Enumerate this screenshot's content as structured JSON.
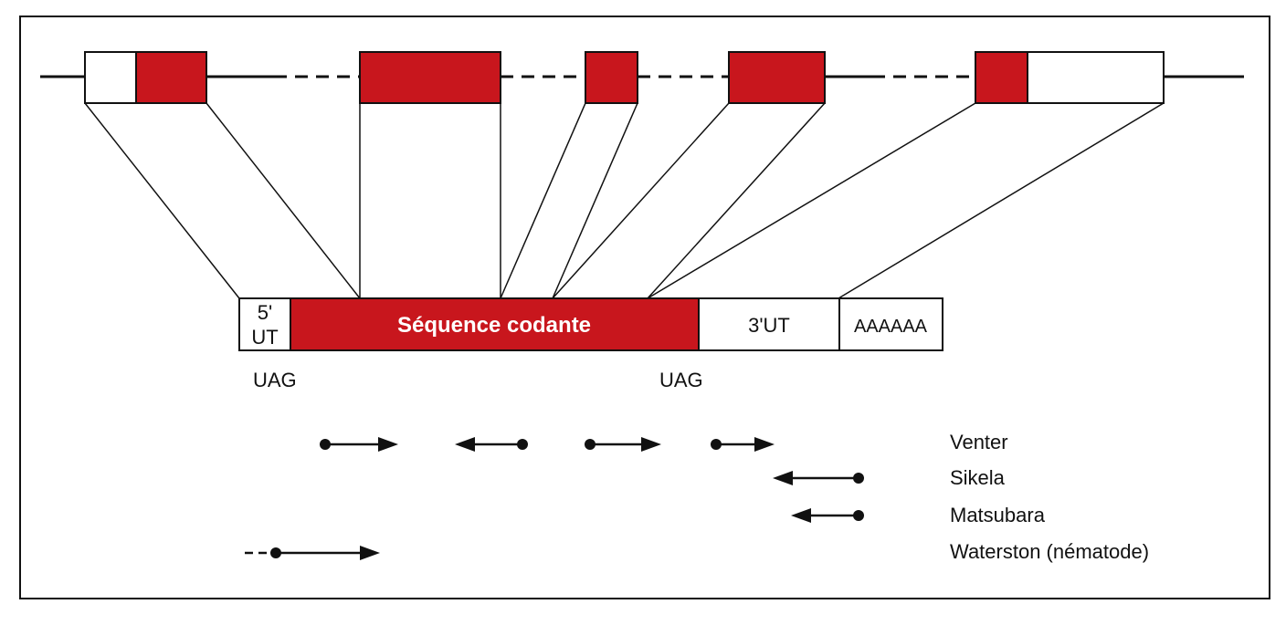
{
  "colors": {
    "exon_red": "#c8161d",
    "line": "#111111",
    "background": "#ffffff"
  },
  "mrna": {
    "utr5_line1": "5'",
    "utr5_line2": "UT",
    "coding_label": "Séquence codante",
    "utr3_label": "3'UT",
    "polya_label": "AAAAAA"
  },
  "codons": {
    "start": "UAG",
    "stop": "UAG"
  },
  "legend": [
    {
      "label": "Venter"
    },
    {
      "label": "Sikela"
    },
    {
      "label": "Matsubara"
    },
    {
      "label": "Waterston (nématode)"
    }
  ]
}
